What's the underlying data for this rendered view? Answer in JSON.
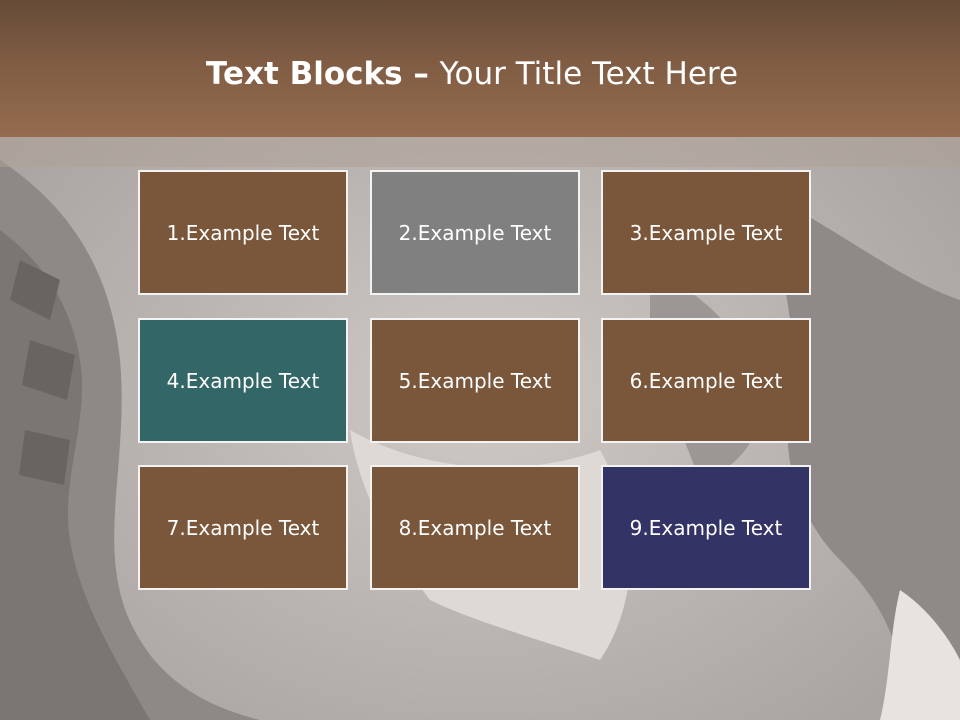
{
  "title": {
    "bold": "Text Blocks",
    "separator": " – ",
    "regular": "Your Title Text Here"
  },
  "blocks": [
    {
      "label": "1.Example Text",
      "color": "#7a573b"
    },
    {
      "label": "2.Example Text",
      "color": "#808080"
    },
    {
      "label": "3.Example Text",
      "color": "#7a573b"
    },
    {
      "label": "4.Example Text",
      "color": "#336666"
    },
    {
      "label": "5.Example Text",
      "color": "#7a573b"
    },
    {
      "label": "6.Example Text",
      "color": "#7a573b"
    },
    {
      "label": "7.Example Text",
      "color": "#7a573b"
    },
    {
      "label": "8.Example Text",
      "color": "#7a573b"
    },
    {
      "label": "9.Example Text",
      "color": "#333366"
    }
  ],
  "colors": {
    "title_bar": "#7f5c43",
    "block_border": "#f3f3f3",
    "text": "#ffffff"
  }
}
